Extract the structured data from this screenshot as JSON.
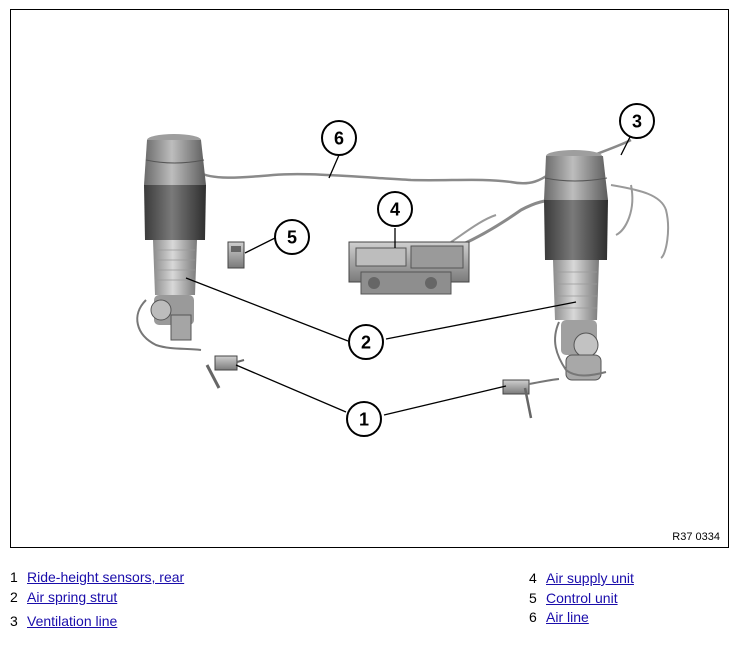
{
  "figure": {
    "code": "R37 0334",
    "callouts": [
      "1",
      "2",
      "3",
      "4",
      "5",
      "6"
    ]
  },
  "legend": [
    {
      "number": "1",
      "label": "Ride-height sensors, rear"
    },
    {
      "number": "2",
      "label": "Air spring strut"
    },
    {
      "number": "3",
      "label": "Ventilation line"
    },
    {
      "number": "4",
      "label": "Air supply unit"
    },
    {
      "number": "5",
      "label": "Control unit"
    },
    {
      "number": "6",
      "label": "Air line"
    }
  ],
  "colors": {
    "link": "#1a0dab",
    "frame": "#000000"
  }
}
